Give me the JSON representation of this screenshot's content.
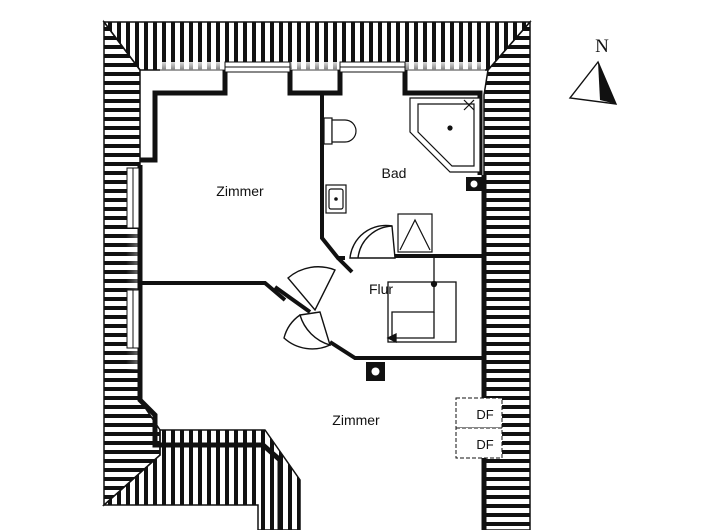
{
  "rooms": {
    "zimmer_top": "Zimmer",
    "bad": "Bad",
    "flur": "Flur",
    "zimmer_bottom": "Zimmer"
  },
  "skylights": [
    "DF",
    "DF"
  ],
  "compass": {
    "label": "N"
  },
  "colors": {
    "wall": "#111111",
    "roof": "#111111",
    "background": "#ffffff"
  }
}
